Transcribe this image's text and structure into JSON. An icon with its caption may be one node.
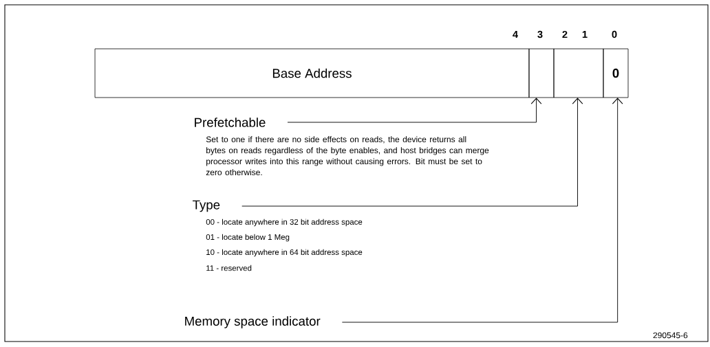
{
  "diagram": {
    "nodes": [
      {
        "text": [
          "Base Address"
        ]
      },
      {
        "text": [],
        "shape": "box"
      },
      {
        "text": [],
        "shape": "box"
      },
      {
        "text": [
          "0"
        ]
      },
      {
        "text": [
          "Prefetchable",
          "Set to one if there are no side effects on reads, the device returns all bytes on reads regardless of the byte enables, and host bridges can merge processor writes into this range without causing errors. Bit must be set to zero otherwise."
        ]
      },
      {
        "text": [
          "Type",
          "00 - locate anywhere in 32 bit address space",
          "01 - locate below 1 Meg",
          "10 - locate anywhere in 64 bit address space",
          "11 - reserved"
        ]
      },
      {
        "text": [
          "Memory space indicator"
        ]
      }
    ],
    "edges": [
      {
        "from": 4,
        "to": 1,
        "arrow": "to"
      },
      {
        "from": 5,
        "to": 2,
        "arrow": "to"
      },
      {
        "from": 6,
        "to": 3,
        "arrow": "to"
      }
    ],
    "labels": [
      "4",
      "3",
      "2",
      "1",
      "0",
      "290545-6"
    ]
  }
}
